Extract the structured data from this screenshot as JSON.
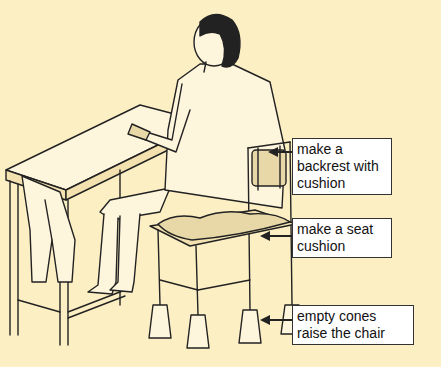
{
  "diagram": {
    "nodes": [
      {
        "text": [
          "make a backrest with cushion"
        ]
      },
      {
        "text": [
          "make a seat cushion"
        ]
      },
      {
        "text": [
          "empty cones raise the chair"
        ]
      }
    ]
  }
}
